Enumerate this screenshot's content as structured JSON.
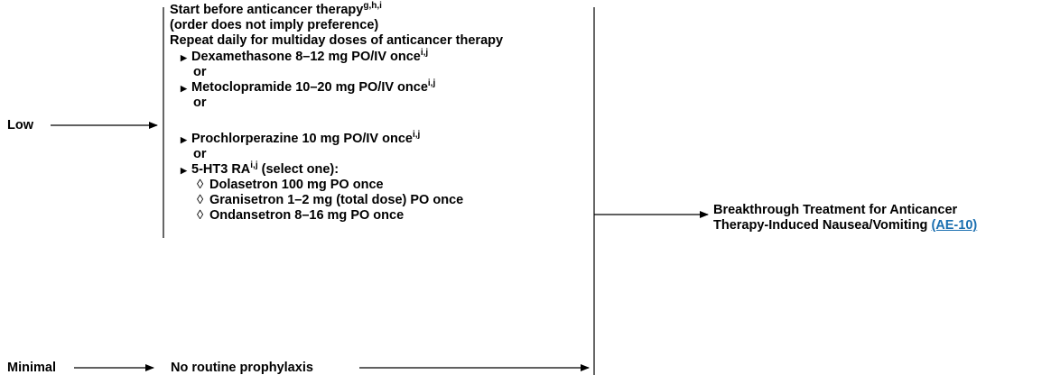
{
  "levels": {
    "low": "Low",
    "minimal": "Minimal"
  },
  "low_box": {
    "line1": "Start before anticancer therapy",
    "line1_sup": "g,h,i",
    "line2": "(order does not imply preference)",
    "line3": "Repeat daily for multiday doses of anticancer therapy",
    "opt1": "Dexamethasone 8–12 mg PO/IV once",
    "opt1_sup": "i,j",
    "or1": "or",
    "opt2": "Metoclopramide 10–20 mg PO/IV once",
    "opt2_sup": "i,j",
    "or2": "or",
    "opt3": "Prochlorperazine 10 mg PO/IV once",
    "opt3_sup": "i,j",
    "or3": "or",
    "opt4": "5-HT3 RA",
    "opt4_sup": "i,j",
    "opt4_tail": " (select one):",
    "sub1": "Dolasetron 100 mg PO once",
    "sub2": "Granisetron 1–2 mg (total dose) PO once",
    "sub3": "Ondansetron 8–16 mg PO once"
  },
  "minimal_box": {
    "text": "No routine prophylaxis"
  },
  "outcome": {
    "line1": "Breakthrough Treatment for Anticancer",
    "line2": "Therapy-Induced Nausea/Vomiting ",
    "link": "(AE-10)"
  },
  "glyphs": {
    "bullet": "▶",
    "diamond": "◊"
  },
  "colors": {
    "link": "#1a6fb0",
    "lines": "#000000"
  }
}
